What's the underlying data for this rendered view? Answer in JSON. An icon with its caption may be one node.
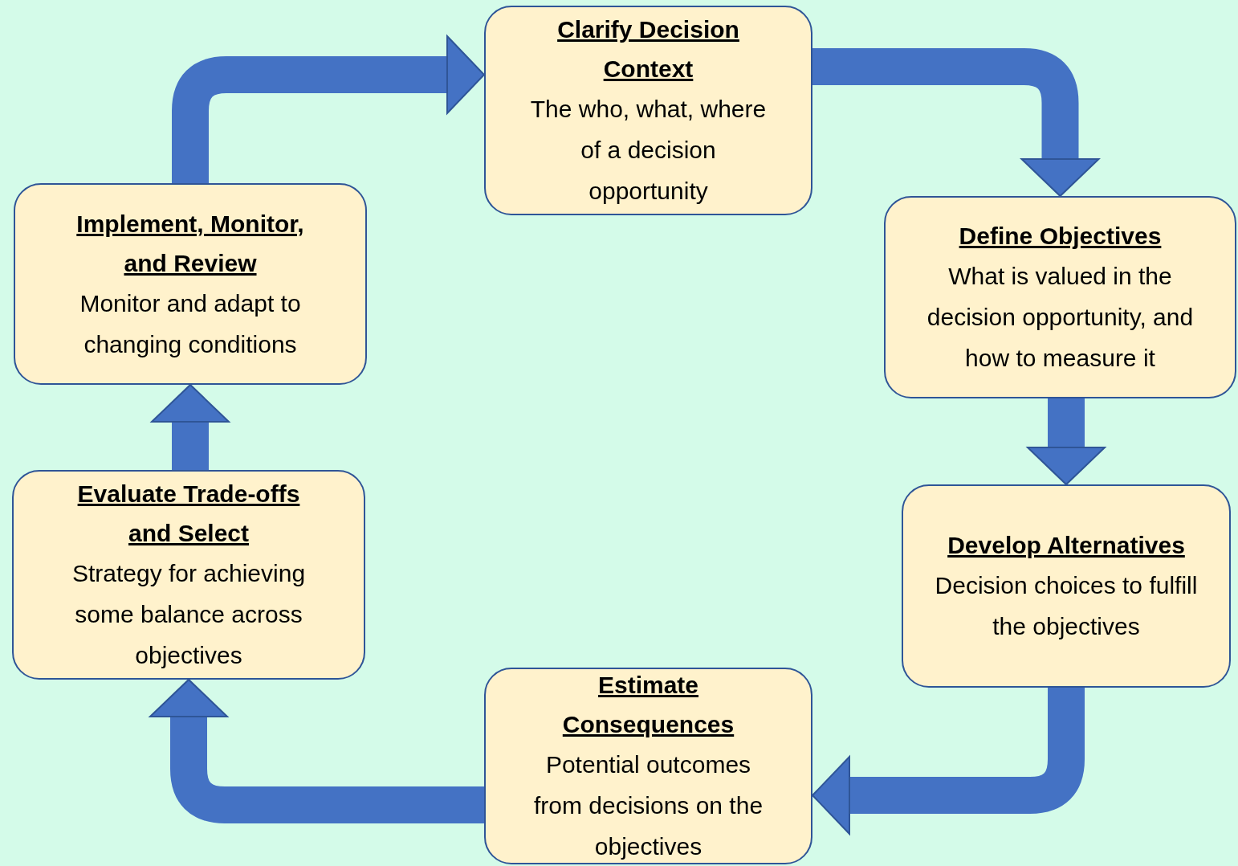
{
  "diagram": {
    "nodes": [
      {
        "text": [
          "Clarify Decision Context",
          "The who, what, where of a decision opportunity"
        ]
      },
      {
        "text": [
          "Define Objectives",
          "What is valued in the decision opportunity, and how to measure it"
        ]
      },
      {
        "text": [
          "Develop Alternatives",
          "Decision choices to fulfill the objectives"
        ]
      },
      {
        "text": [
          "Estimate Consequences",
          "Potential outcomes from decisions on the objectives"
        ]
      },
      {
        "text": [
          "Evaluate Trade-offs and Select",
          "Strategy for achieving some balance across objectives"
        ]
      },
      {
        "text": [
          "Implement, Monitor, and Review",
          "Monitor and adapt to changing conditions"
        ]
      }
    ],
    "edges": [
      {
        "from": 0,
        "to": 1,
        "arrow": "to"
      },
      {
        "from": 1,
        "to": 2,
        "arrow": "to"
      },
      {
        "from": 2,
        "to": 3,
        "arrow": "to"
      },
      {
        "from": 3,
        "to": 4,
        "arrow": "to"
      },
      {
        "from": 4,
        "to": 5,
        "arrow": "to"
      },
      {
        "from": 5,
        "to": 0,
        "arrow": "to"
      }
    ]
  }
}
